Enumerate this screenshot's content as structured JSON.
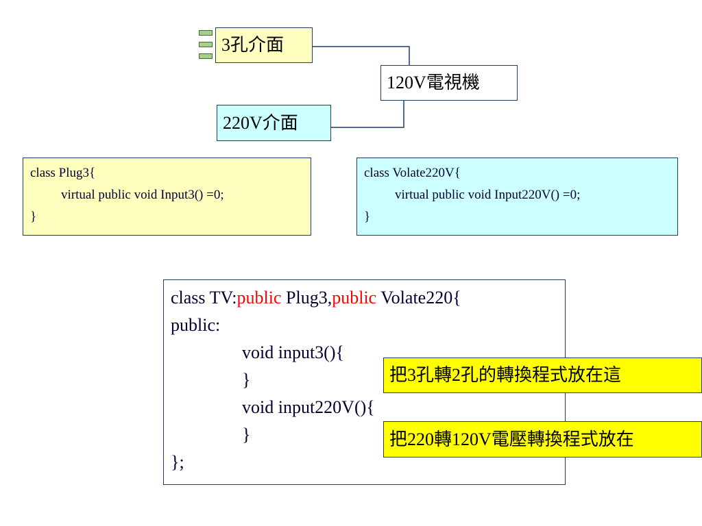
{
  "diagram": {
    "plug3_interface": {
      "label": "3孔介面",
      "fill": "#ffffc0"
    },
    "tv_component": {
      "label": "120V電視機",
      "fill": "#ffffff"
    },
    "v220_interface": {
      "label": "220V介面",
      "fill": "#ccffff"
    },
    "component_icon": "component-stub-icon"
  },
  "code_plug3": {
    "line1": "class Plug3{",
    "line2": "virtual public void Input3() =0;",
    "line3": "}",
    "fill": "#ffffc0"
  },
  "code_volate": {
    "line1": "class Volate220V{",
    "line2": "virtual public void Input220V() =0;",
    "line3": "}",
    "fill": "#ccffff"
  },
  "code_tv": {
    "l1_a": "class TV:",
    "l1_kw1": "public",
    "l1_b": " Plug3,",
    "l1_kw2": "public",
    "l1_c": " Volate220{",
    "l2": "public:",
    "l3": "void input3(){",
    "l4": "}",
    "l5": "void input220V(){",
    "l6": "}",
    "l7": "};",
    "keyword_color": "#ff0000"
  },
  "notes": {
    "note1": "把3孔轉2孔的轉換程式放在這",
    "note2": "把220轉120V電壓轉換程式放在",
    "fill": "#ffff00"
  }
}
